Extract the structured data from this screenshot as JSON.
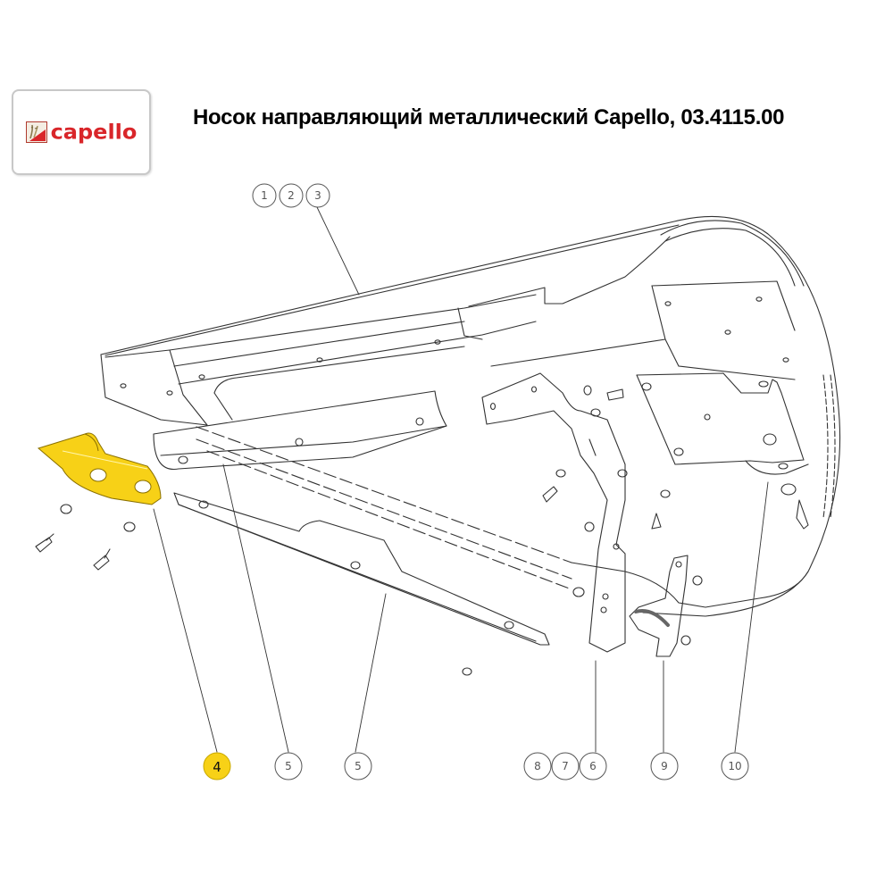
{
  "header": {
    "logo_text": "capello",
    "title": "Носок направляющий металлический Capello, 03.4115.00"
  },
  "colors": {
    "highlight": "#f7d117",
    "logo_red": "#d9262a",
    "line": "#333333"
  },
  "callouts": {
    "top_group": [
      "1",
      "2",
      "3"
    ],
    "bottom": [
      {
        "label": "4",
        "highlighted": true
      },
      {
        "label": "5",
        "highlighted": false
      },
      {
        "label": "5",
        "highlighted": false
      }
    ],
    "bottom_group": [
      "8",
      "7",
      "6"
    ],
    "single_9": "9",
    "single_10": "10"
  }
}
